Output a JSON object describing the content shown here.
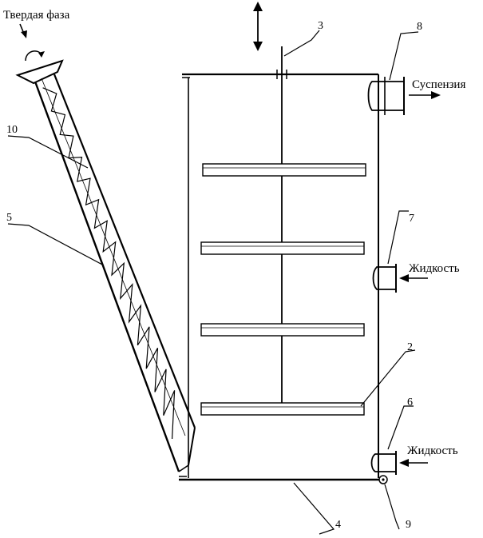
{
  "labels": {
    "solid_phase": "Твердая фаза",
    "suspension": "Суспензия",
    "liquid_1": "Жидкость",
    "liquid_2": "Жидкость"
  },
  "numbers": {
    "n2": "2",
    "n3": "3",
    "n4": "4",
    "n5": "5",
    "n6": "6",
    "n7": "7",
    "n8": "8",
    "n9": "9",
    "n10": "10"
  },
  "colors": {
    "ink": "#000000",
    "paper": "#ffffff"
  }
}
